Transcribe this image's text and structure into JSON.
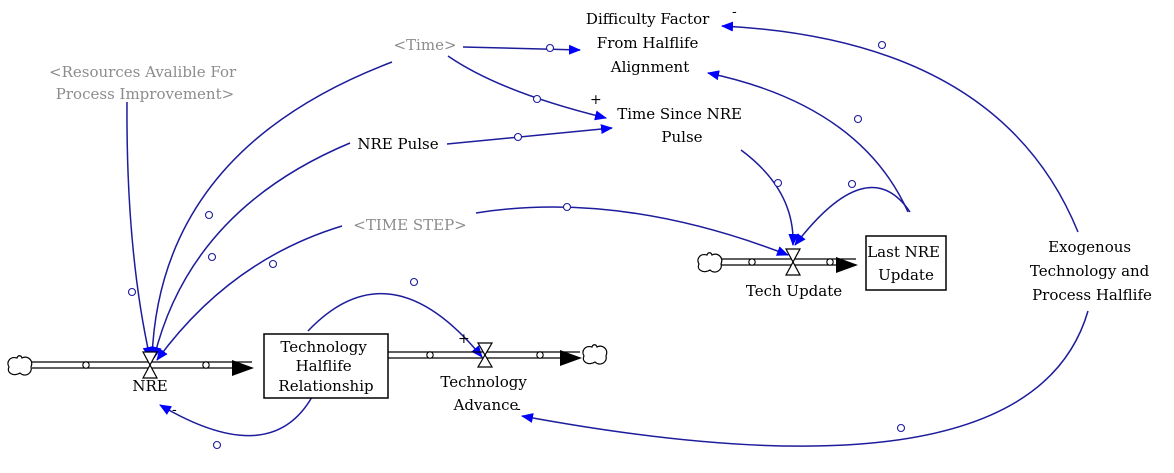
{
  "variables": {
    "difficulty_factor": [
      "Difficulty Factor",
      "From Halflife",
      "Alignment"
    ],
    "time": "<Time>",
    "resources": [
      "<Resources Avalible For",
      "Process Improvement>"
    ],
    "time_since_nre_pulse": [
      "Time Since NRE",
      "Pulse"
    ],
    "nre_pulse": "NRE Pulse",
    "time_step": "<TIME STEP>",
    "last_nre_update": [
      "Last NRE",
      "Update"
    ],
    "tech_update": "Tech Update",
    "exogenous": [
      "Exogenous",
      "Technology and",
      "Process Halflife"
    ],
    "technology_halflife": [
      "Technology",
      "Halflife",
      "Relationship"
    ],
    "nre": "NRE",
    "technology_advance": [
      "Technology",
      "Advance"
    ]
  },
  "polarity": {
    "difficulty_factor": "-",
    "time_since_nre_pulse": "+",
    "technology_advance": "+",
    "nre_feedback": "-",
    "technology_advance_feedback": "-"
  },
  "colors": {
    "link": "#1c1c9c",
    "arrowhead": "#0000ff",
    "shadow_variable": "#8c8c8c",
    "stock_border": "#000000"
  }
}
